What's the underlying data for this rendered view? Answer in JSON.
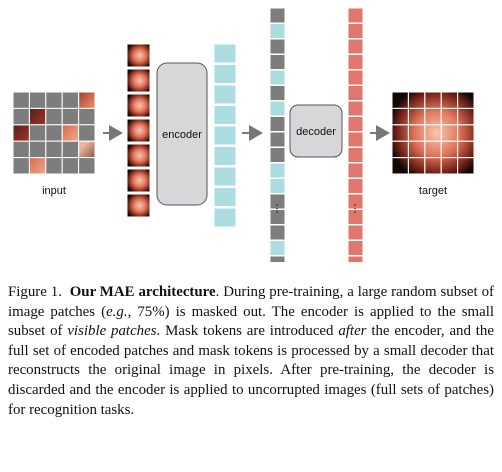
{
  "figure": {
    "input_label": "input",
    "encoder_label": "encoder",
    "decoder_label": "decoder",
    "target_label": "target",
    "ellipsis": "⋮",
    "colors": {
      "mask_gray": "#7d7d7d",
      "visible_patch_blue": "#abdde0",
      "decoder_output_red": "#e0776d",
      "block_fill": "#d7d7d9",
      "block_stroke": "#555555",
      "arrow": "#777777"
    },
    "token_sequence": [
      "g",
      "b",
      "g",
      "g",
      "b",
      "g",
      "b",
      "g",
      "g",
      "g",
      "b",
      "b",
      "g",
      "g",
      "g",
      "b",
      "g",
      "g",
      "dots",
      "b",
      "g",
      "b",
      "g"
    ]
  },
  "caption": {
    "fig_label": "Figure 1.",
    "title": "Our MAE architecture",
    "t1": ". During pre-training, a large random subset of image patches (",
    "eg": "e.g.",
    "t2": ", 75%) is masked out. The encoder is applied to the small subset of ",
    "visible": "visible patches",
    "t3": ". Mask tokens are introduced ",
    "after": "after",
    "t4": " the encoder, and the full set of encoded patches and mask tokens is processed by a small decoder that reconstructs the original image in pixels. After pre-training, the decoder is discarded and the encoder is applied to uncorrupted images (full sets of patches) for recognition tasks."
  }
}
